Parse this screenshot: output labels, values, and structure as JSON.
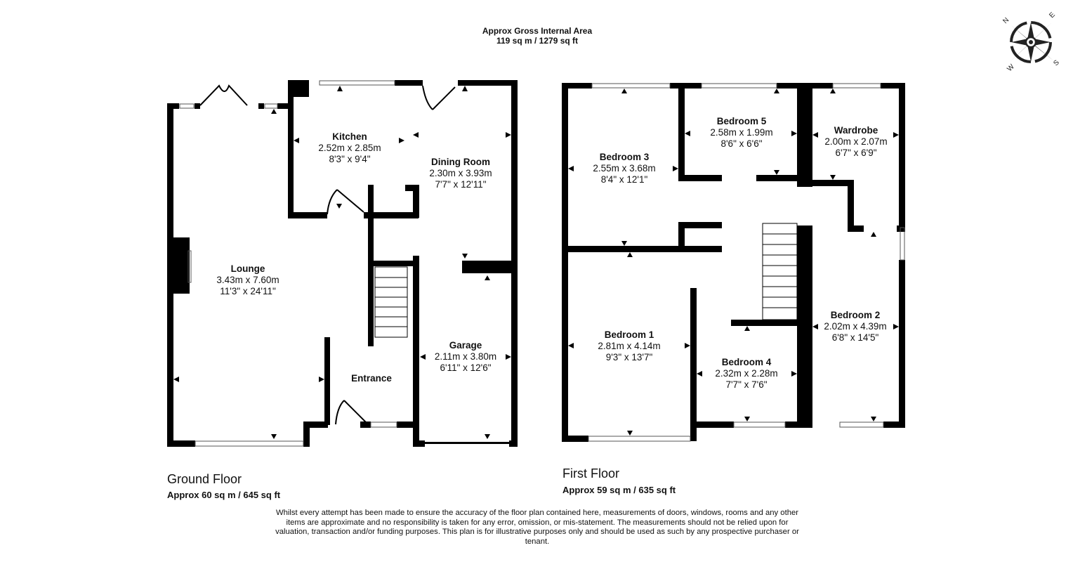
{
  "header": {
    "title": "Approx Gross Internal Area",
    "area": "119 sq m / 1279 sq ft"
  },
  "compass": {
    "icon": "compass-rose-icon",
    "labels": {
      "n": "N",
      "e": "E",
      "s": "S",
      "w": "W"
    }
  },
  "ground_floor": {
    "title": "Ground Floor",
    "area": "Approx 60 sq m / 645 sq ft",
    "rooms": [
      {
        "name": "Kitchen",
        "metric": "2.52m x 2.85m",
        "imperial": "8'3\" x 9'4\""
      },
      {
        "name": "Dining Room",
        "metric": "2.30m x 3.93m",
        "imperial": "7'7\" x 12'11\""
      },
      {
        "name": "Lounge",
        "metric": "3.43m x 7.60m",
        "imperial": "11'3\" x 24'11\""
      },
      {
        "name": "Garage",
        "metric": "2.11m x 3.80m",
        "imperial": "6'11\" x 12'6\""
      },
      {
        "name": "Entrance"
      }
    ]
  },
  "first_floor": {
    "title": "First Floor",
    "area": "Approx 59 sq m / 635 sq ft",
    "rooms": [
      {
        "name": "Bedroom 3",
        "metric": "2.55m x 3.68m",
        "imperial": "8'4\" x 12'1\""
      },
      {
        "name": "Bedroom 5",
        "metric": "2.58m x 1.99m",
        "imperial": "8'6\" x 6'6\""
      },
      {
        "name": "Wardrobe",
        "metric": "2.00m x 2.07m",
        "imperial": "6'7\" x 6'9\""
      },
      {
        "name": "Bedroom 1",
        "metric": "2.81m x 4.14m",
        "imperial": "9'3\" x 13'7\""
      },
      {
        "name": "Bedroom 4",
        "metric": "2.32m x 2.28m",
        "imperial": "7'7\" x 7'6\""
      },
      {
        "name": "Bedroom 2",
        "metric": "2.02m x 4.39m",
        "imperial": "6'8\" x 14'5\""
      }
    ]
  },
  "disclaimer": "Whilst every attempt has been made to ensure the accuracy of the floor plan contained here, measurements of doors, windows, rooms and any other items are approximate and no responsibility is taken for any error, omission, or mis-statement. The measurements should not be relied upon for valuation, transaction and/or funding purposes. This plan is for illustrative purposes only and should be used as such by any prospective purchaser or tenant.",
  "colors": {
    "wall": "#000000",
    "window": "#9a9a9a",
    "background": "#ffffff"
  }
}
